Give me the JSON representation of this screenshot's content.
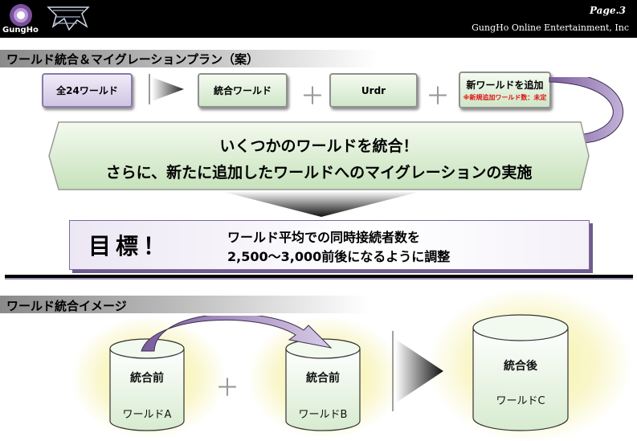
{
  "header": {
    "logo_text": "GungHo",
    "page_label": "Page.3",
    "company": "GungHo Online Entertainment, Inc"
  },
  "section1": {
    "title": "ワールド統合＆マイグレーションプラン（案）",
    "boxes": {
      "all_worlds": "全24ワールド",
      "merged_world": "統合ワールド",
      "urdr": "Urdr",
      "new_world": "新ワールドを追加",
      "new_world_note": "※新規追加ワールド数：未定"
    },
    "plus": "＋",
    "banner_line1": "いくつかのワールドを統合！",
    "banner_line2": "さらに、新たに追加したワールドへのマイグレーションの実施",
    "goal_label": "目標！",
    "goal_line1": "ワールド平均での同時接続者数を",
    "goal_line2": "2,500～3,000前後になるように調整"
  },
  "section2": {
    "title": "ワールド統合イメージ",
    "cylinder_a_title": "統合前",
    "cylinder_a_name": "ワールドA",
    "cylinder_b_title": "統合前",
    "cylinder_b_name": "ワールドB",
    "cylinder_c_title": "統合後",
    "cylinder_c_name": "ワールドC",
    "plus": "＋"
  },
  "colors": {
    "purple": "#8c6aab",
    "light_purple": "#ddd6ec",
    "green": "#d4ebcb",
    "glow": "#f6f1a8"
  }
}
